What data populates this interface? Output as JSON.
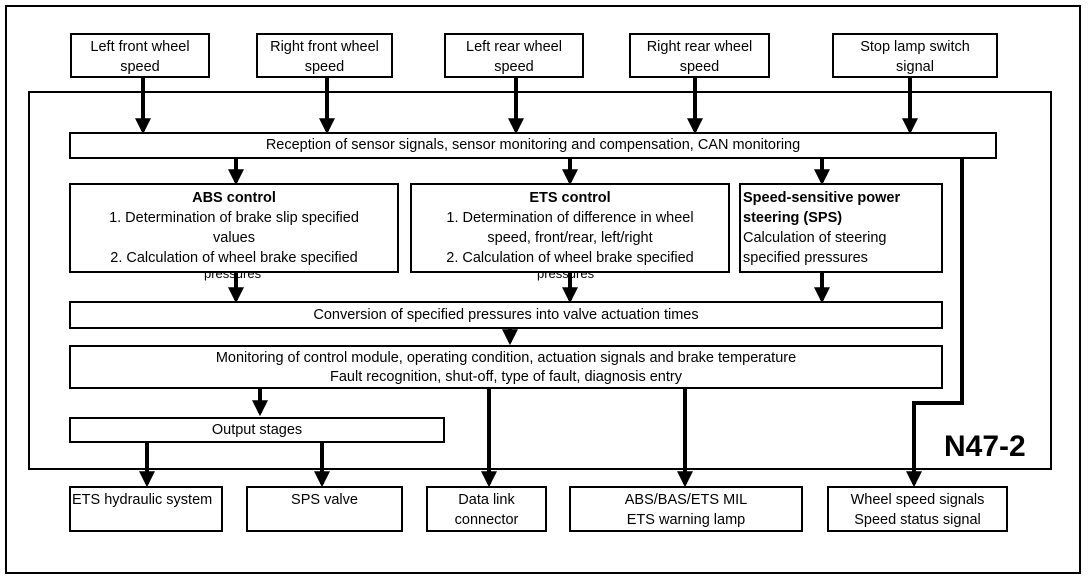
{
  "module_label": "N47-2",
  "inputs": [
    {
      "line1": "Left front wheel",
      "line2": "speed"
    },
    {
      "line1": "Right front wheel",
      "line2": "speed"
    },
    {
      "line1": "Left rear wheel",
      "line2": "speed"
    },
    {
      "line1": "Right rear wheel",
      "line2": "speed"
    },
    {
      "line1": "Stop lamp switch",
      "line2": "signal"
    }
  ],
  "reception": "Reception of sensor signals, sensor monitoring and compensation, CAN monitoring",
  "abs": {
    "title": "ABS control",
    "item1_a": "1.  Determination of brake slip specified",
    "item1_b": "values",
    "item2_a": "2.  Calculation of wheel brake specified",
    "item2_b": "pressures"
  },
  "ets": {
    "title": "ETS control",
    "item1_a": "1.  Determination of difference in wheel",
    "item1_b": "speed, front/rear, left/right",
    "item2_a": "2.  Calculation of wheel brake specified",
    "item2_b": "pressures"
  },
  "sps": {
    "title_1": "Speed-sensitive power",
    "title_2": "steering (SPS)",
    "text_1": "Calculation of steering",
    "text_2": "specified pressures"
  },
  "conversion": "Conversion of specified pressures into valve actuation times",
  "monitoring": {
    "line1": "Monitoring of control module, operating condition, actuation signals and brake temperature",
    "line2": "Fault recognition, shut-off, type of fault, diagnosis entry"
  },
  "output_stages": "Output stages",
  "outputs": [
    {
      "line1": "ETS hydraulic system",
      "line2": ""
    },
    {
      "line1": "SPS valve",
      "line2": ""
    },
    {
      "line1": "Data link",
      "line2": "connector"
    },
    {
      "line1": "ABS/BAS/ETS MIL",
      "line2": "ETS warning lamp"
    },
    {
      "line1": "Wheel speed signals",
      "line2": "Speed status signal"
    }
  ]
}
